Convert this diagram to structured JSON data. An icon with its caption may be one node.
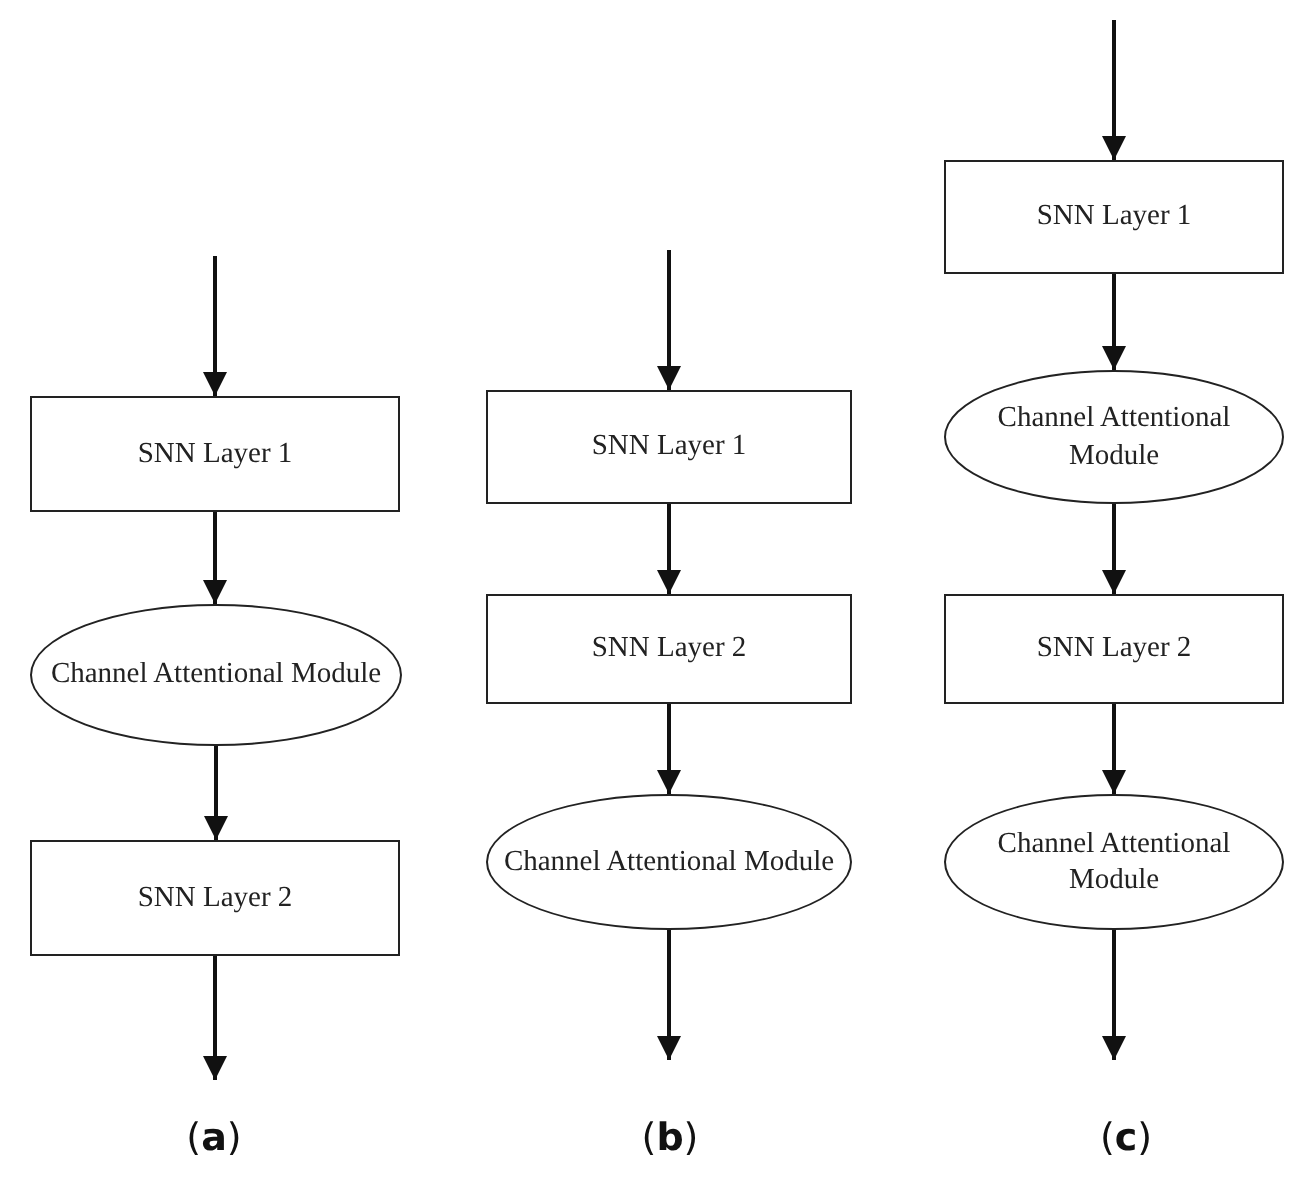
{
  "diagram": {
    "nodes": [
      {
        "text": [
          "SNN Layer 1"
        ]
      },
      {
        "text": [
          "Channel Attentional Module"
        ]
      },
      {
        "text": [
          "SNN Layer 2"
        ]
      },
      {
        "text": [
          "SNN Layer 1"
        ]
      },
      {
        "text": [
          "SNN Layer 2"
        ]
      },
      {
        "text": [
          "Channel Attentional Module"
        ]
      },
      {
        "text": [
          "SNN Layer 1"
        ]
      },
      {
        "text": [
          "Channel Attentional Module"
        ]
      },
      {
        "text": [
          "SNN Layer 2"
        ]
      },
      {
        "text": [
          "Channel Attentional Module"
        ]
      }
    ],
    "edges": [
      {
        "from": null,
        "to": 0,
        "arrow": "to"
      },
      {
        "from": 0,
        "to": 1,
        "arrow": "to"
      },
      {
        "from": 1,
        "to": 2,
        "arrow": "to"
      },
      {
        "from": 2,
        "to": null,
        "arrow": "to"
      },
      {
        "from": null,
        "to": 3,
        "arrow": "to"
      },
      {
        "from": 3,
        "to": 4,
        "arrow": "to"
      },
      {
        "from": 4,
        "to": 5,
        "arrow": "to"
      },
      {
        "from": 5,
        "to": null,
        "arrow": "to"
      },
      {
        "from": null,
        "to": 6,
        "arrow": "to"
      },
      {
        "from": 6,
        "to": 7,
        "arrow": "to"
      },
      {
        "from": 7,
        "to": 8,
        "arrow": "to"
      },
      {
        "from": 8,
        "to": 9,
        "arrow": "to"
      },
      {
        "from": 9,
        "to": null,
        "arrow": "to"
      }
    ],
    "labels": [
      "(**a**)",
      "(**b**)",
      "(**c**)"
    ]
  }
}
